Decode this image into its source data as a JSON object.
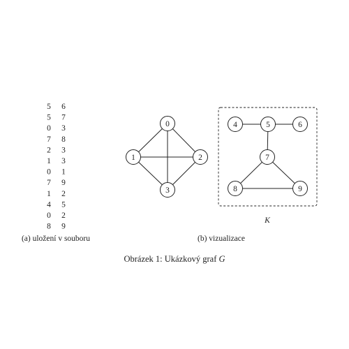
{
  "edge_list": [
    [
      "5",
      "6"
    ],
    [
      "5",
      "7"
    ],
    [
      "0",
      "3"
    ],
    [
      "7",
      "8"
    ],
    [
      "2",
      "3"
    ],
    [
      "1",
      "3"
    ],
    [
      "0",
      "1"
    ],
    [
      "7",
      "9"
    ],
    [
      "1",
      "2"
    ],
    [
      "4",
      "5"
    ],
    [
      "0",
      "2"
    ],
    [
      "8",
      "9"
    ]
  ],
  "graph": {
    "nodes": [
      "0",
      "1",
      "2",
      "3",
      "4",
      "5",
      "6",
      "7",
      "8",
      "9"
    ],
    "edges": [
      [
        "0",
        "1"
      ],
      [
        "0",
        "2"
      ],
      [
        "0",
        "3"
      ],
      [
        "1",
        "2"
      ],
      [
        "1",
        "3"
      ],
      [
        "2",
        "3"
      ],
      [
        "4",
        "5"
      ],
      [
        "5",
        "6"
      ],
      [
        "5",
        "7"
      ],
      [
        "7",
        "8"
      ],
      [
        "7",
        "9"
      ],
      [
        "8",
        "9"
      ]
    ],
    "component_label": "K"
  },
  "captions": {
    "a": "(a) uložení v souboru",
    "b": "(b) vizualizace",
    "main_prefix": "Obrázek 1: Ukázkový graf ",
    "main_symbol": "G"
  }
}
